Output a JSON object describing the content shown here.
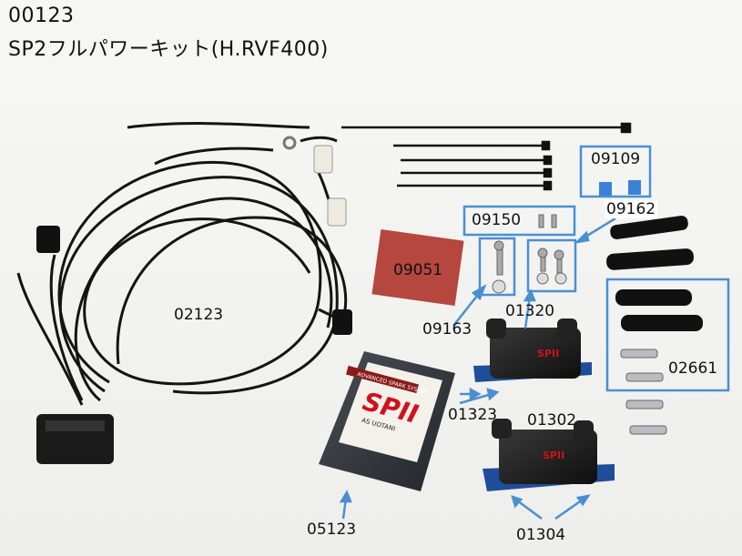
{
  "header": {
    "part_number": "00123",
    "kit_name": "SP2フルパワーキット(H.RVF400)"
  },
  "labels": {
    "wire_harness": "02123",
    "ignition_unit": "05123",
    "pad": "09051",
    "fuses": "09109",
    "bolts_pair": "09150",
    "plug_caps": "09162",
    "washer_bolts": "09163",
    "coil_a": "01320",
    "coil_a_brackets": "01323",
    "coil_b": "01302",
    "coil_b_brackets": "01304",
    "terminals": "02661"
  },
  "colors": {
    "callout": "#4a90d0",
    "coil_bracket": "#1e4e9a",
    "pad": "#b5473f",
    "unit_logo": "#d0101c"
  },
  "unit_text": {
    "top_line": "ADVANCED SPARK SYSTEM",
    "logo": "SPII",
    "brand": "AS UOTANI"
  }
}
